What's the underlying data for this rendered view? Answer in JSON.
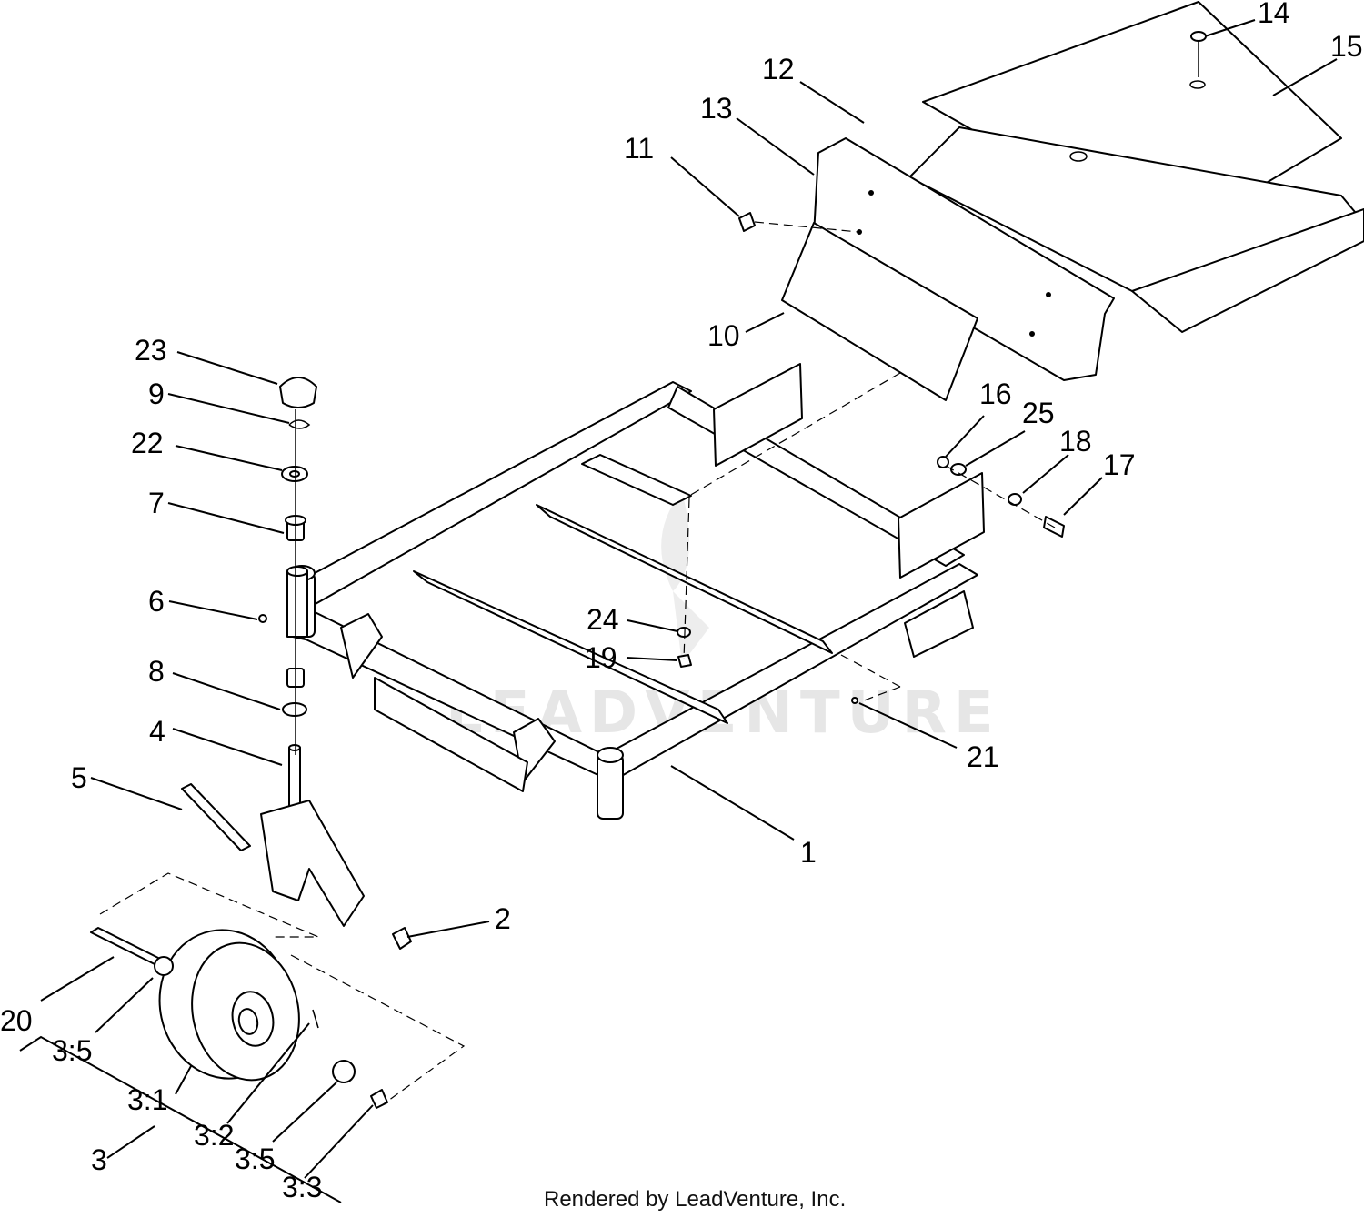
{
  "footer": "Rendered by LeadVenture, Inc.",
  "watermark": "LEADVENTURE",
  "callouts": [
    "1",
    "2",
    "3",
    "3:1",
    "3:2",
    "3:3",
    "3:5",
    "3:5",
    "4",
    "5",
    "6",
    "7",
    "8",
    "9",
    "10",
    "11",
    "12",
    "13",
    "14",
    "15",
    "16",
    "17",
    "18",
    "19",
    "20",
    "21",
    "22",
    "23",
    "24",
    "25"
  ]
}
